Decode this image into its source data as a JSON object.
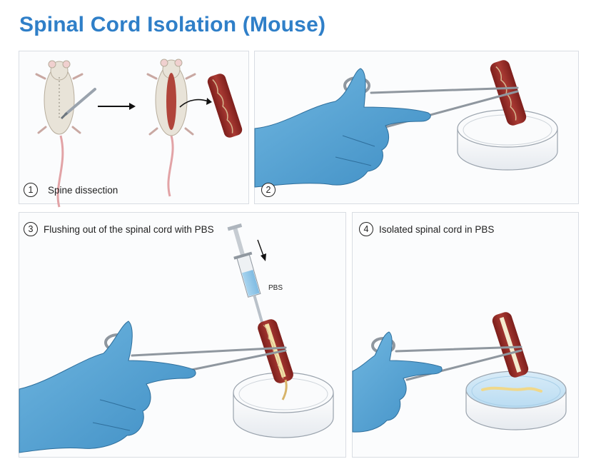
{
  "title": "Spinal Cord Isolation (Mouse)",
  "panels": [
    {
      "number": "1",
      "caption": "Spine dissection"
    },
    {
      "number": "2",
      "caption": ""
    },
    {
      "number": "3",
      "caption": "Flushing out of the spinal cord with PBS"
    },
    {
      "number": "4",
      "caption": "Isolated spinal cord in PBS"
    }
  ],
  "labels": {
    "pbs": "PBS"
  },
  "colors": {
    "title": "#2f7fc8",
    "glove": "#5aa7d6",
    "tissue": "#9b2f2a",
    "cord": "#f2e2a6"
  }
}
